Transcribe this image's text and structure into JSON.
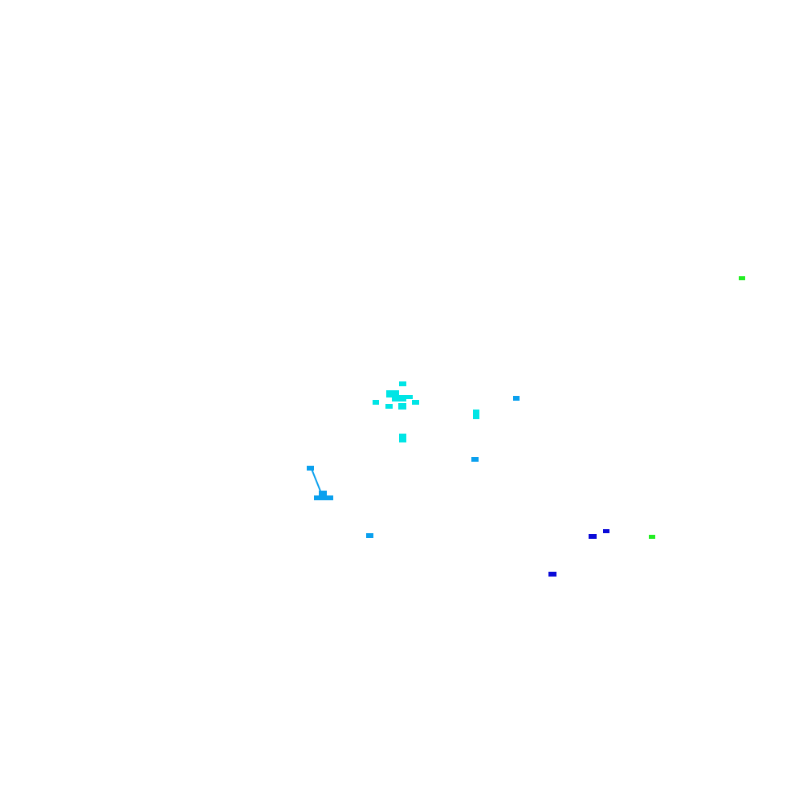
{
  "palette": {
    "background": "#ffffff",
    "cyan": "#00e5e5",
    "sky_blue": "#0aa0ee",
    "blue": "#0a0ad8",
    "green": "#22ee22"
  },
  "sparse_color_patches": {
    "cluster": "cyan",
    "scattered": [
      "cyan",
      "sky_blue",
      "blue",
      "green"
    ]
  }
}
